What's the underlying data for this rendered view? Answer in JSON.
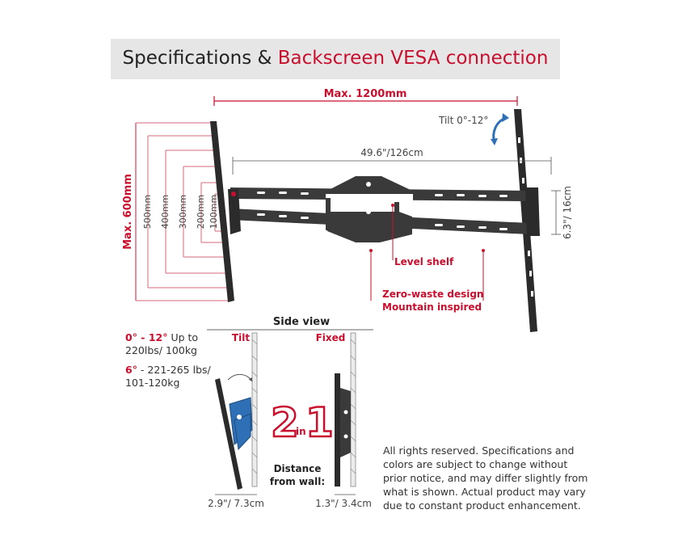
{
  "banner": {
    "title_plain": "Specifications & ",
    "title_accent": "Backscreen VESA connection",
    "accent_color": "#c8102e"
  },
  "dimensions": {
    "max_width": "Max. 1200mm",
    "max_height": "Max. 600mm",
    "arm_length": "49.6\"/126cm",
    "shelf_height": "6.3\"/ 16cm",
    "tilt": "Tilt 0°-12°",
    "vesa_heights": [
      "500mm",
      "400mm",
      "300mm",
      "200mm",
      "100mm"
    ]
  },
  "callouts": {
    "level_shelf": "Level shelf",
    "zero_waste": "Zero-waste design",
    "mountain": "Mountain inspired"
  },
  "side_view": {
    "title": "Side view",
    "tilt_label": "Tilt",
    "fixed_label": "Fixed",
    "tilt_distance": "2.9\"/ 7.3cm",
    "fixed_distance": "1.3\"/ 3.4cm",
    "distance_line1": "Distance",
    "distance_line2": "from wall:",
    "two_in_one_big": "2",
    "two_in_one_small": "in",
    "two_in_one_one": "1"
  },
  "specs": [
    {
      "range": "0° - 12°",
      "rest_line1": " Up to",
      "line2": "220lbs/ 100kg"
    },
    {
      "range": "6°",
      "rest_line1": " - 221-265 lbs/",
      "line2": "101-120kg"
    }
  ],
  "disclaimer": [
    "All rights reserved. Specifications and",
    "colors are subject to change without",
    "prior notice, and may differ slightly from",
    "what is shown. Actual product may vary",
    "due to constant product enhancement."
  ]
}
